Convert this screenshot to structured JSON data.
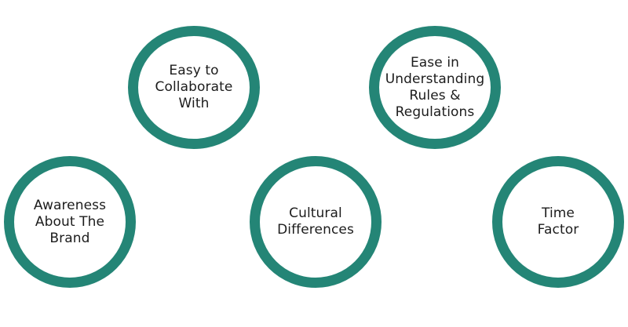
{
  "diagram": {
    "ring_color": "#248576",
    "nodes": [
      {
        "id": "c1",
        "label": "Easy to\nCollaborate\nWith"
      },
      {
        "id": "c2",
        "label": "Ease in\nUnderstanding\nRules &\nRegulations"
      },
      {
        "id": "c3",
        "label": "Awareness\nAbout The\nBrand"
      },
      {
        "id": "c4",
        "label": "Cultural\nDifferences"
      },
      {
        "id": "c5",
        "label": "Time\nFactor"
      }
    ]
  }
}
